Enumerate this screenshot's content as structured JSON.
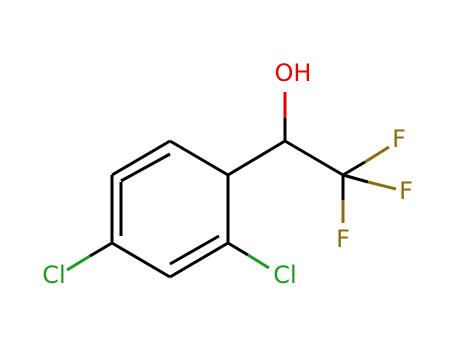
{
  "molecule": {
    "labels": {
      "hydroxyl": "OH",
      "fluorine_upper": "F",
      "fluorine_right": "F",
      "fluorine_lower": "F",
      "chlorine_left": "Cl",
      "chlorine_right": "Cl"
    },
    "colors": {
      "bond": "#000000",
      "oxygen": "#e00000",
      "fluorine": "#8a6d10",
      "chlorine": "#1f9b1f"
    }
  }
}
